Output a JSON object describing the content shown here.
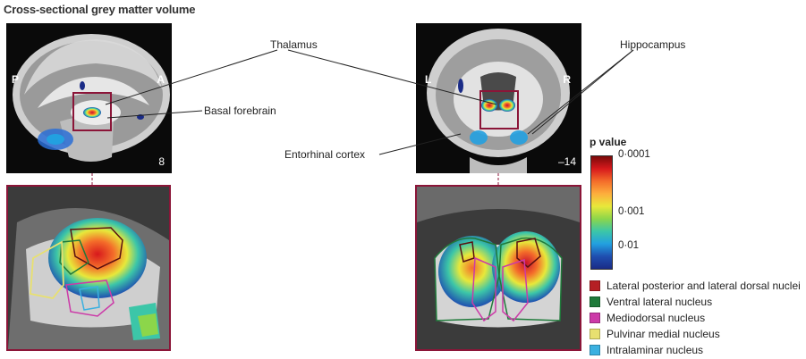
{
  "figure": {
    "title": "Cross-sectional grey matter volume"
  },
  "sagittal": {
    "orient_left": "P",
    "orient_right": "A",
    "slice_number": "8"
  },
  "coronal": {
    "orient_left": "L",
    "orient_right": "R",
    "slice_number": "–14"
  },
  "callouts": {
    "thalamus": "Thalamus",
    "hippocampus": "Hippocampus",
    "basal_forebrain": "Basal forebrain",
    "entorhinal_cortex": "Entorhinal cortex"
  },
  "colorbar": {
    "title": "p value",
    "ticks": [
      {
        "label": "0·0001",
        "level": 0.0
      },
      {
        "label": "0·001",
        "level": 0.5
      },
      {
        "label": "0·01",
        "level": 0.8
      }
    ],
    "colors": [
      "#7a0a0a",
      "#d7191c",
      "#f46d2a",
      "#fdae3d",
      "#e8e83a",
      "#8cd64a",
      "#3cc6a8",
      "#22a0e0",
      "#1f4fb0",
      "#1a2b86"
    ]
  },
  "legend": [
    {
      "label": "Lateral posterior and lateral dorsal nuclei",
      "color": "#b51f24"
    },
    {
      "label": "Ventral lateral nucleus",
      "color": "#1f7a3a"
    },
    {
      "label": "Mediodorsal nucleus",
      "color": "#cc3aa8"
    },
    {
      "label": "Pulvinar medial nucleus",
      "color": "#e8e070"
    },
    {
      "label": "Intralaminar  nucleus",
      "color": "#3ab0e0"
    }
  ],
  "colors": {
    "frame": "#8b1538"
  }
}
